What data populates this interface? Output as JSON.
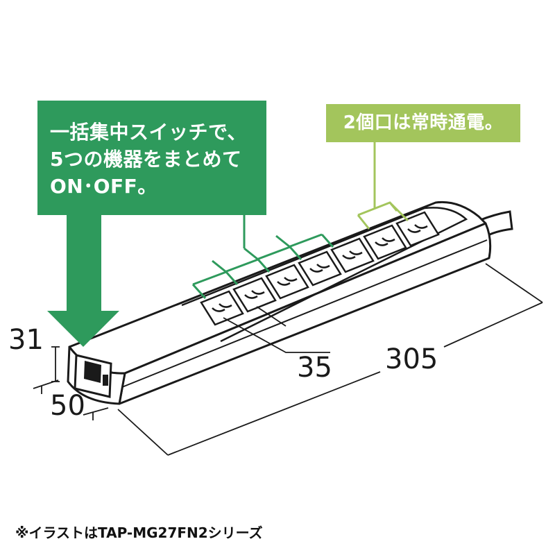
{
  "callouts": {
    "switch": {
      "line1": "一括集中スイッチで、",
      "line2": "5つの機器をまとめて",
      "line3": "ON･OFF。"
    },
    "always_on": "2個口は常時通電。"
  },
  "dimensions": {
    "height": "31",
    "width": "50",
    "outlet_pitch": "35",
    "length": "305"
  },
  "footnote": "※イラストはTAP-MG27FN2シリーズ",
  "colors": {
    "switch_callout": "#2e9a5c",
    "always_on_callout": "#a3c55c",
    "body_fill": "#ffffff",
    "outline": "#1a1a1a"
  }
}
